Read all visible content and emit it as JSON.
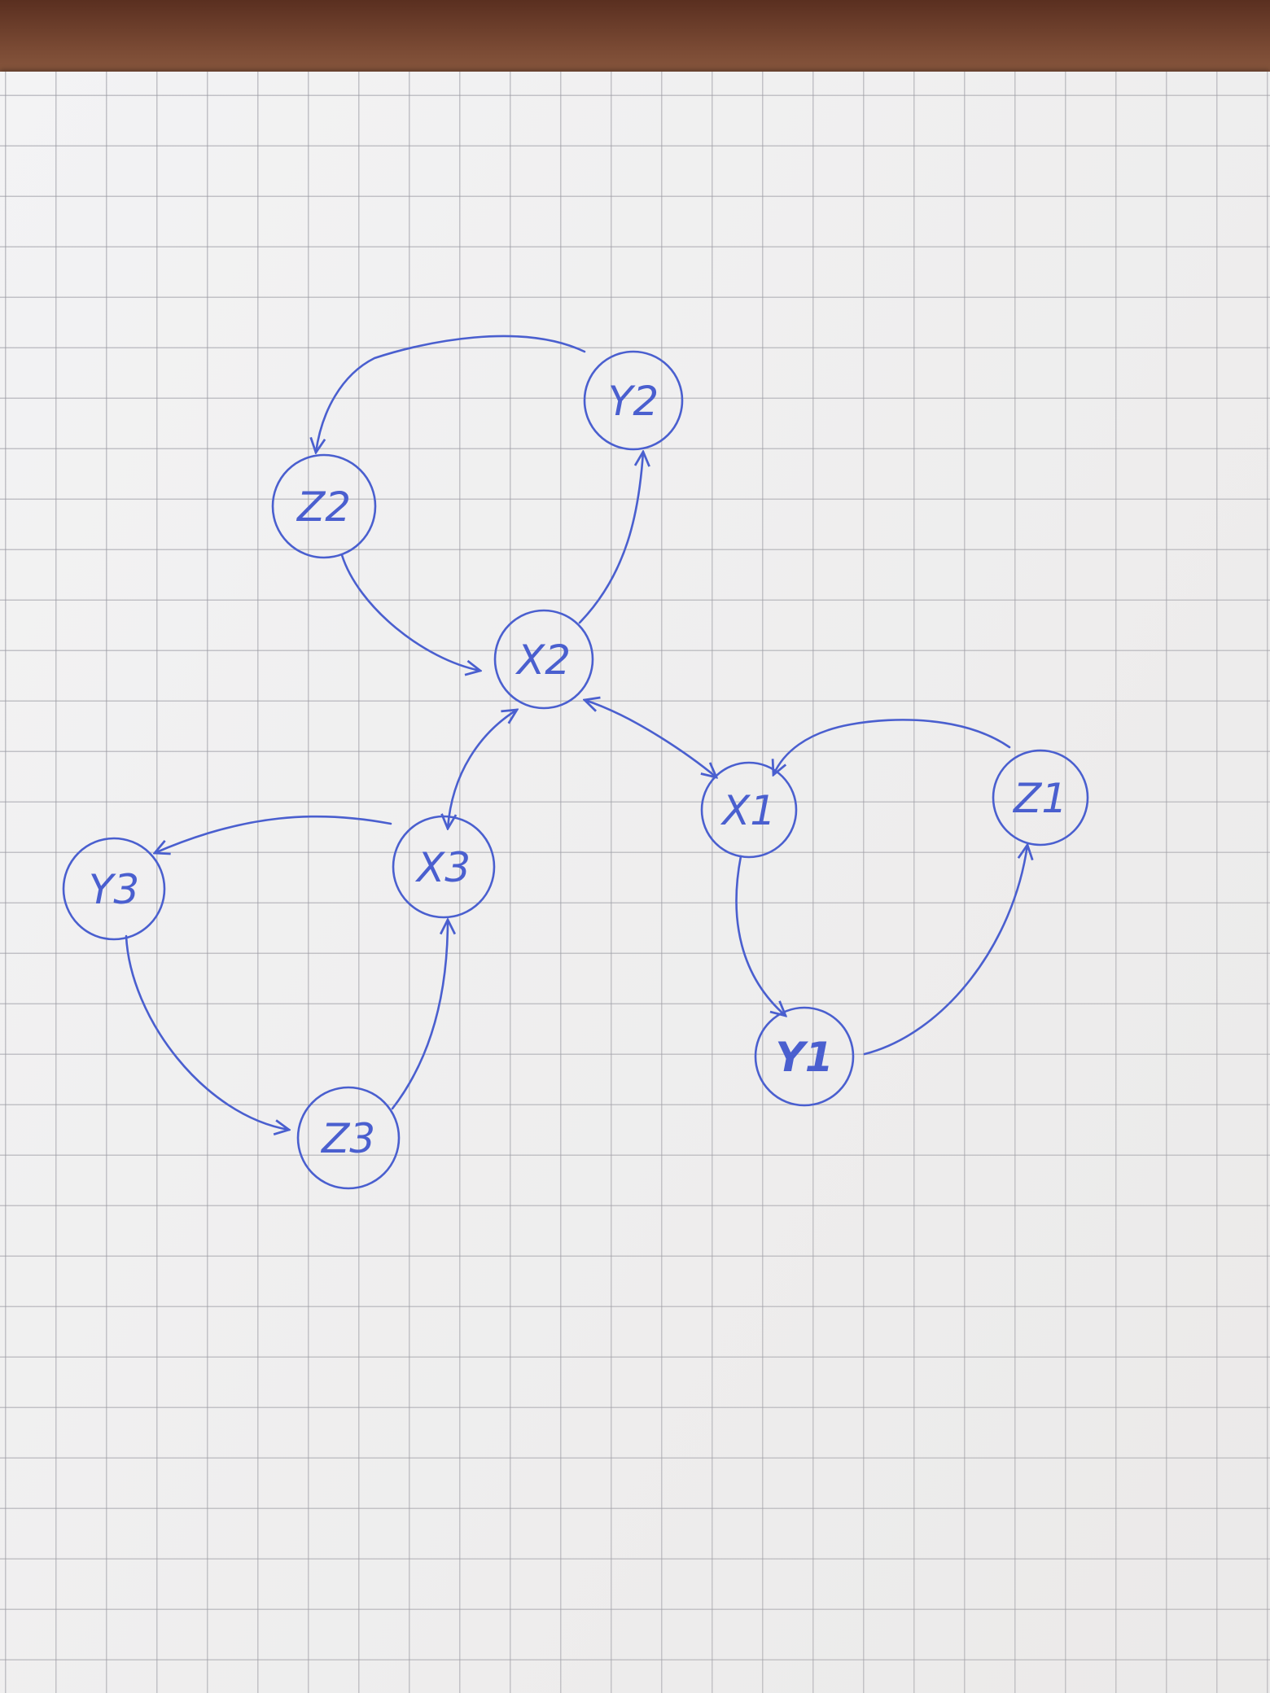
{
  "colors": {
    "ink": "#4a5fcf",
    "paper": "#f3f3f4",
    "grid": "#9a9aa6"
  },
  "nodes": [
    {
      "id": "y2",
      "label": "Y2"
    },
    {
      "id": "z2",
      "label": "Z2"
    },
    {
      "id": "x2",
      "label": "X2"
    },
    {
      "id": "x1",
      "label": "X1"
    },
    {
      "id": "z1",
      "label": "Z1"
    },
    {
      "id": "y1",
      "label": "Y1"
    },
    {
      "id": "y3",
      "label": "Y3"
    },
    {
      "id": "x3",
      "label": "X3"
    },
    {
      "id": "z3",
      "label": "Z3"
    }
  ],
  "edges": [
    {
      "from": "y2",
      "to": "z2",
      "directed": true
    },
    {
      "from": "z2",
      "to": "x2",
      "directed": true
    },
    {
      "from": "x2",
      "to": "y2",
      "directed": true
    },
    {
      "from": "x2",
      "to": "x1",
      "directed": true,
      "bidirectional": true
    },
    {
      "from": "x2",
      "to": "x3",
      "directed": true,
      "bidirectional": true
    },
    {
      "from": "z1",
      "to": "x1",
      "directed": true
    },
    {
      "from": "x1",
      "to": "y1",
      "directed": true
    },
    {
      "from": "y1",
      "to": "z1",
      "directed": true
    },
    {
      "from": "x3",
      "to": "y3",
      "directed": true
    },
    {
      "from": "y3",
      "to": "z3",
      "directed": true
    },
    {
      "from": "z3",
      "to": "x3",
      "directed": true
    }
  ]
}
